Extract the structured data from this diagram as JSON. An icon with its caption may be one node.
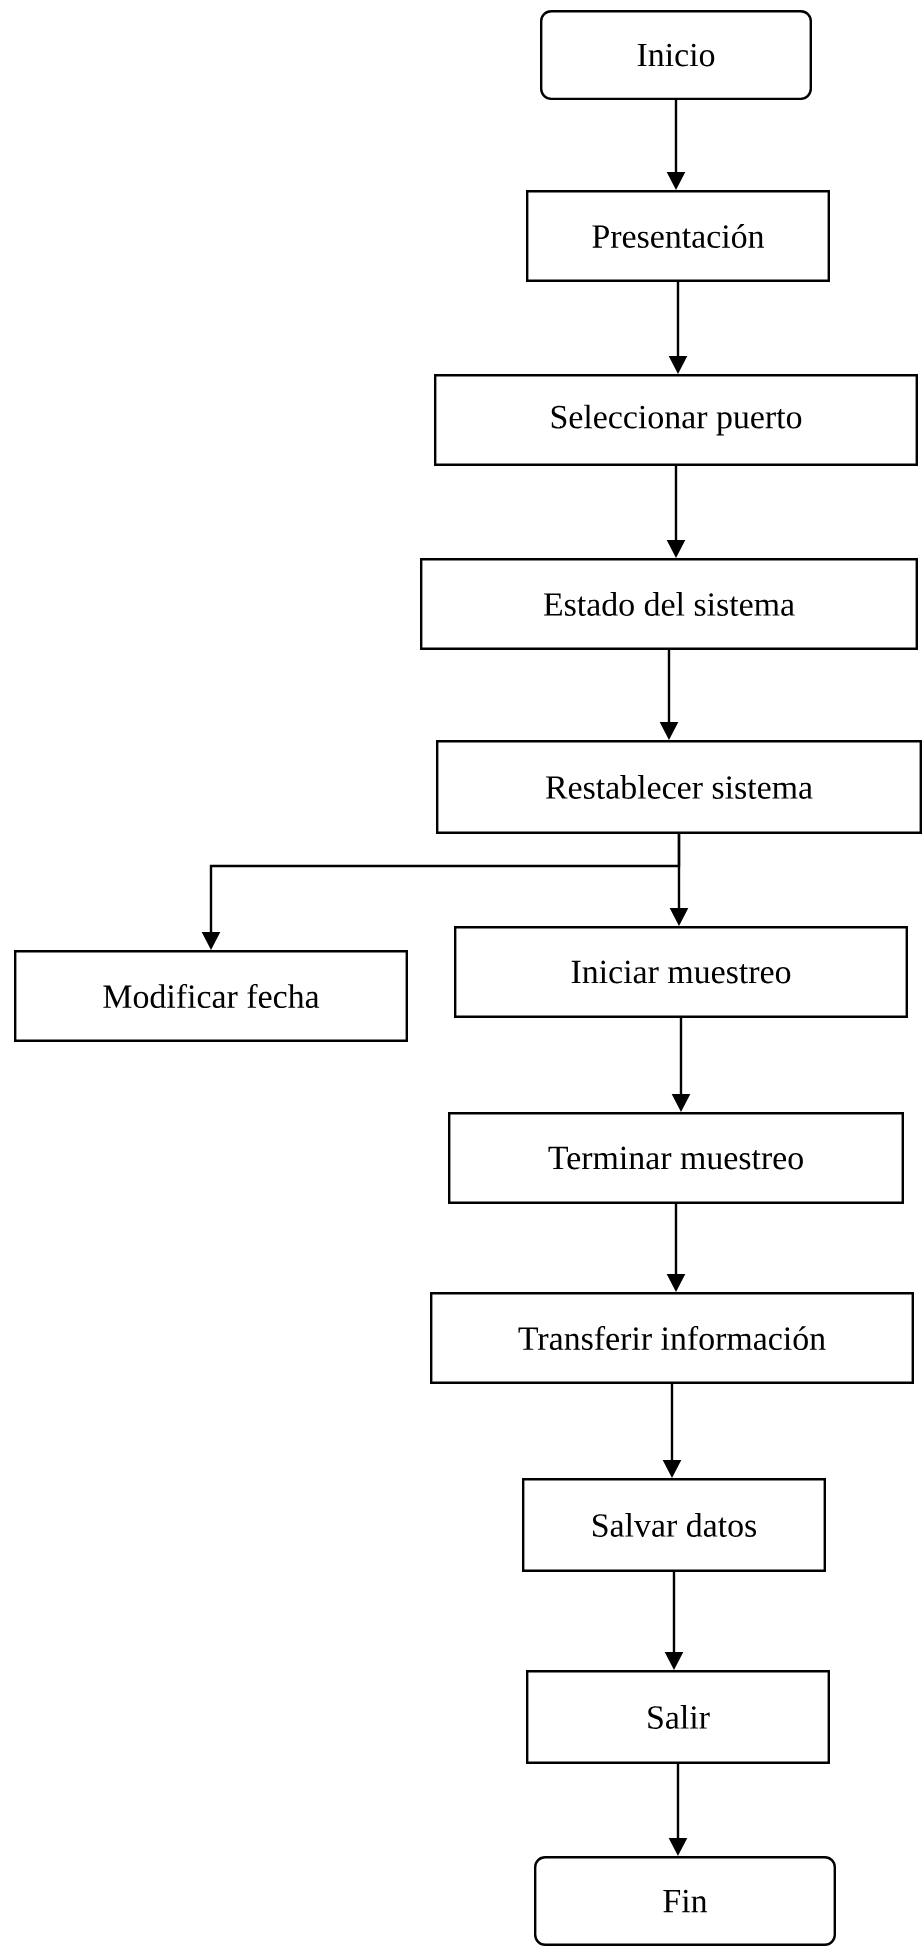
{
  "diagram": {
    "nodes": [
      {
        "text": [
          "Inicio"
        ]
      },
      {
        "text": [
          "Presentación"
        ]
      },
      {
        "text": [
          "Seleccionar puerto"
        ]
      },
      {
        "text": [
          "Estado del sistema"
        ]
      },
      {
        "text": [
          "Restablecer sistema"
        ]
      },
      {
        "text": [
          "Modificar fecha"
        ]
      },
      {
        "text": [
          "Iniciar muestreo"
        ]
      },
      {
        "text": [
          "Terminar muestreo"
        ]
      },
      {
        "text": [
          "Transferir información"
        ]
      },
      {
        "text": [
          "Salvar datos"
        ]
      },
      {
        "text": [
          "Salir"
        ]
      },
      {
        "text": [
          "Fin"
        ]
      }
    ],
    "edges": [
      {
        "from": 0,
        "to": 1,
        "arrow": "to"
      },
      {
        "from": 1,
        "to": 2,
        "arrow": "to"
      },
      {
        "from": 2,
        "to": 3,
        "arrow": "to"
      },
      {
        "from": 3,
        "to": 4,
        "arrow": "to"
      },
      {
        "from": 4,
        "to": 5,
        "arrow": "to"
      },
      {
        "from": 4,
        "to": 6,
        "arrow": "to"
      },
      {
        "from": 6,
        "to": 7,
        "arrow": "to"
      },
      {
        "from": 7,
        "to": 8,
        "arrow": "to"
      },
      {
        "from": 8,
        "to": 9,
        "arrow": "to"
      },
      {
        "from": 9,
        "to": 10,
        "arrow": "to"
      },
      {
        "from": 10,
        "to": 11,
        "arrow": "to"
      }
    ]
  }
}
